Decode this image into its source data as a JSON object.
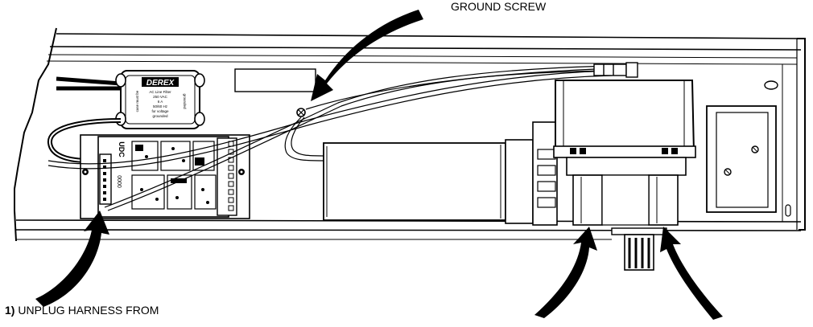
{
  "captions": {
    "ground_screw": "GROUND SCREW",
    "unplug_step_number": "1)",
    "unplug_text": "UNPLUG HARNESS FROM"
  },
  "filter_label": {
    "brand": "DEREX",
    "lines": [
      "AC Line Filter",
      "250 VAC",
      "6 A",
      "50/60 Hz",
      "for voltage",
      "grounded",
      "case must be",
      "grounded"
    ]
  },
  "board_label": {
    "model": "UDC",
    "jumper_text": "0000"
  },
  "colors": {
    "ink": "#000000",
    "paper": "#ffffff",
    "shade": "#bfbfbf"
  }
}
